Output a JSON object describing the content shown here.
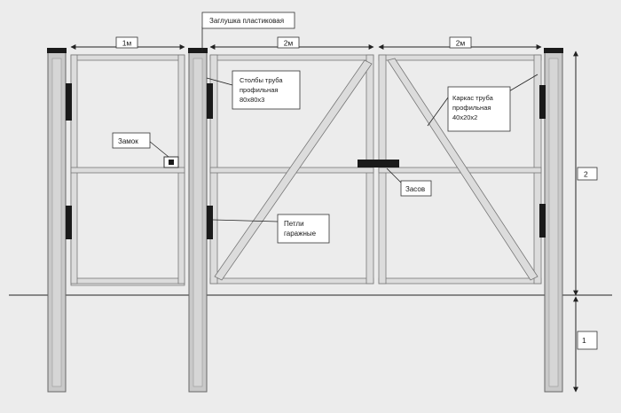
{
  "dimensions": {
    "left_width": "1м",
    "middle_width": "2м",
    "right_width": "2м",
    "above_ground": "2",
    "below_ground": "1"
  },
  "labels": {
    "plug": "Заглушка пластиковая",
    "posts": [
      "Столбы труба",
      "профильная",
      "80х80х3"
    ],
    "lock": "Замок",
    "frame": [
      "Каркас труба",
      "профильная",
      "40х20х2"
    ],
    "bolt": "Засов",
    "hinges": [
      "Петли",
      "гаражные"
    ]
  },
  "colors": {
    "background": "#ececec",
    "post_fill": "#c9c9c9",
    "frame_fill": "#dcdcdc",
    "dark_part": "#1a1a1a",
    "line": "#222222"
  }
}
